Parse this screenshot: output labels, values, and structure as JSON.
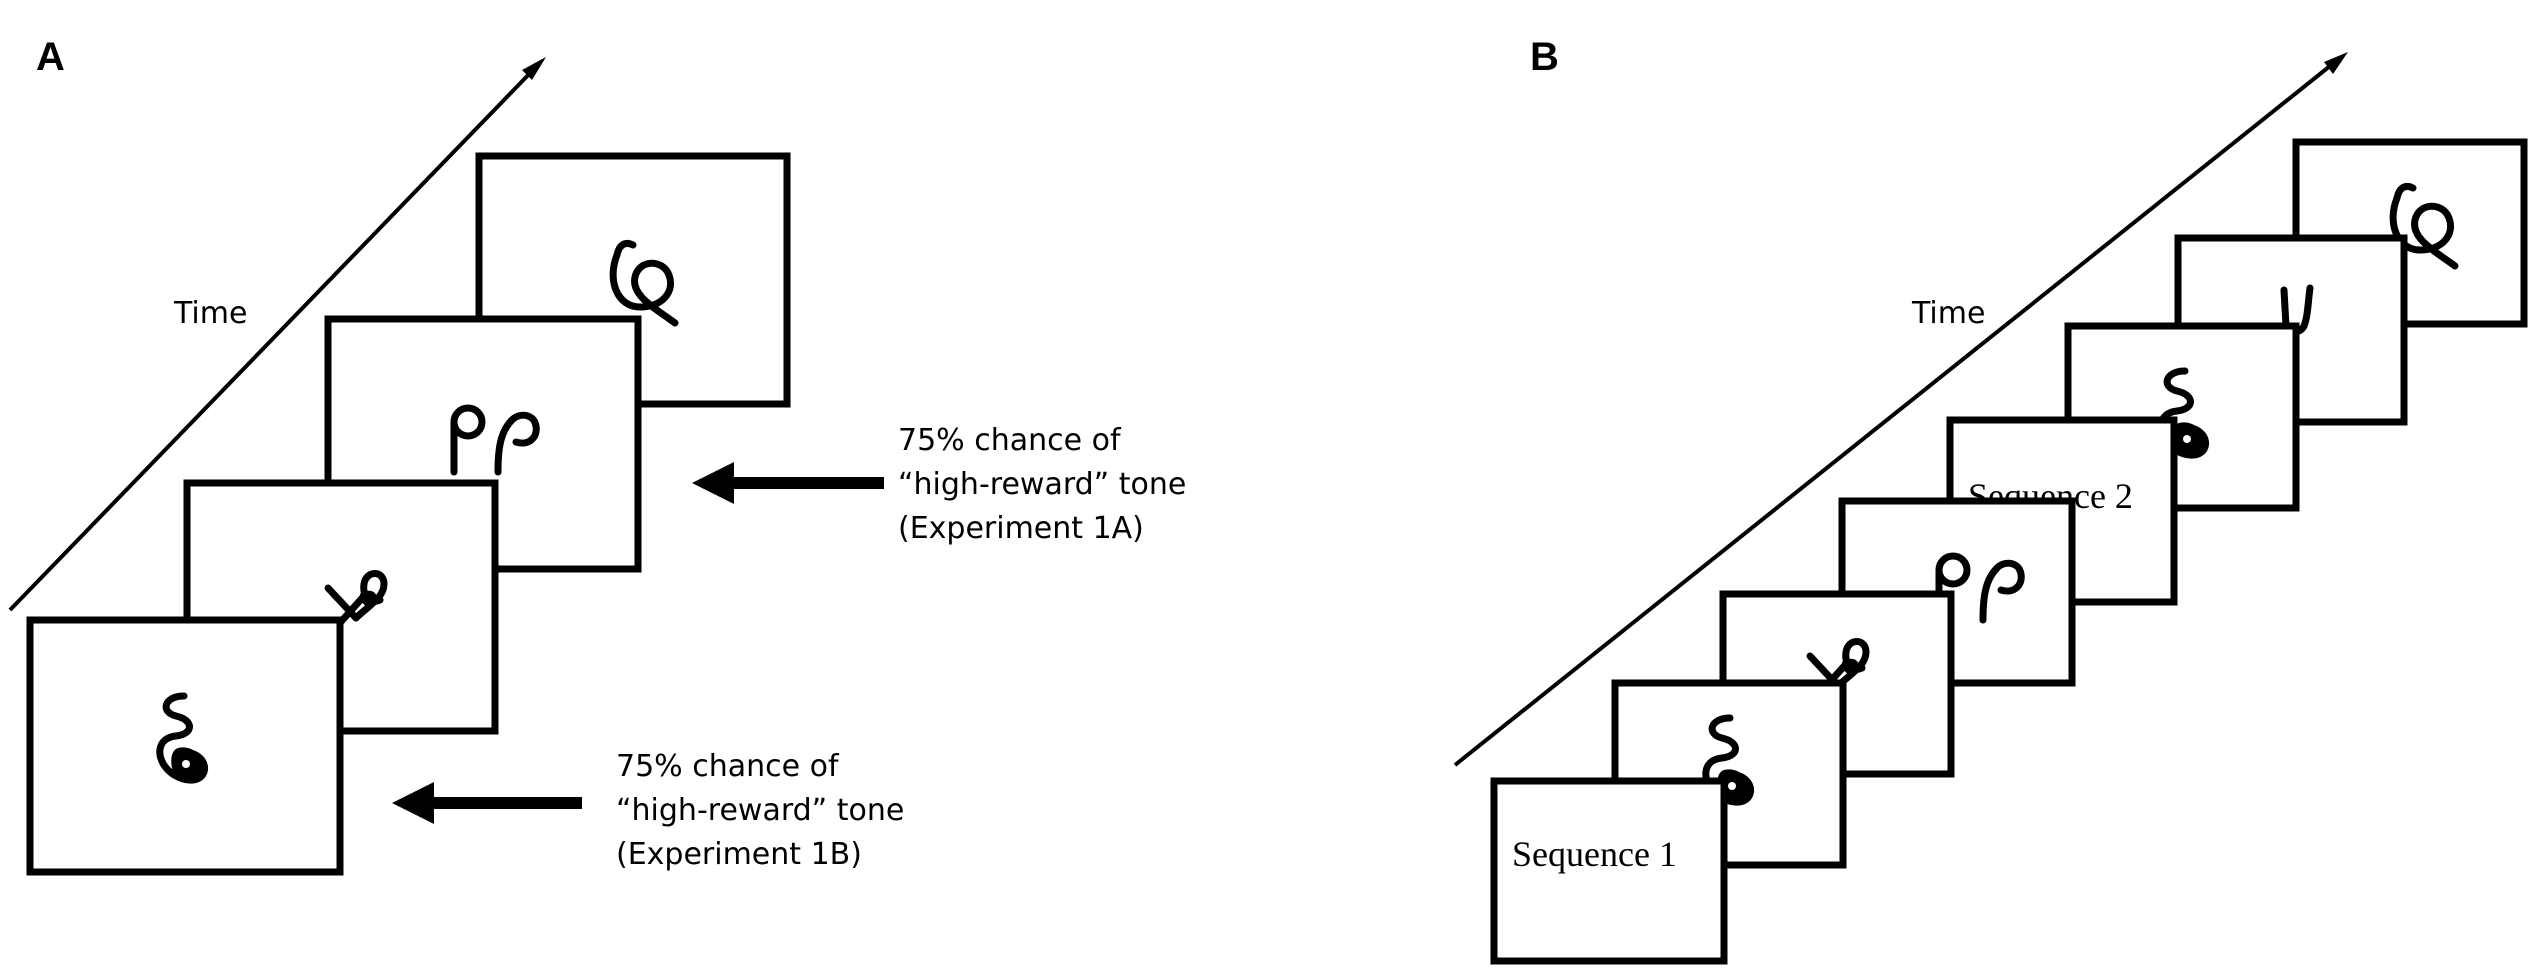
{
  "panel_a": {
    "label": "A",
    "time_label": "Time",
    "note_1a": {
      "line1": "75% chance of",
      "line2": "“high-reward” tone",
      "line3": "(Experiment 1A)"
    },
    "note_1b": {
      "line1": "75% chance of",
      "line2": "“high-reward” tone",
      "line3": "(Experiment 1B)"
    },
    "frame_symbols": [
      "loop-d-symbol",
      "knot-x-symbol",
      "double-loop-symbol",
      "curl-symbol"
    ]
  },
  "panel_b": {
    "label": "B",
    "time_label": "Time",
    "sequence_1_label": "Sequence 1",
    "sequence_2_label": "Sequence 2",
    "frame_symbols": [
      "loop-d-symbol",
      "knot-x-symbol",
      "double-loop-symbol",
      "loop-d-symbol",
      "hook-symbol",
      "curl-symbol"
    ]
  }
}
